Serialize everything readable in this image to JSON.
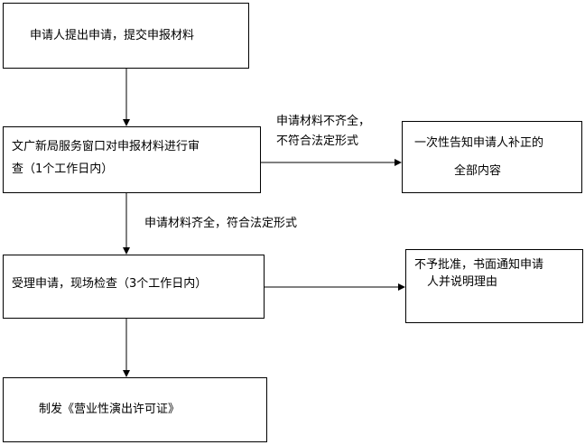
{
  "nodes": {
    "submit": {
      "text": "申请人提出申请，提交申报材料"
    },
    "review": {
      "line1": "文广新局服务窗口对申报材料进行审",
      "line2": "查（1个工作日内）"
    },
    "notify": {
      "line1": "一次性告知申请人补正的",
      "line2": "全部内容"
    },
    "accept": {
      "text": "受理申请，现场检查（3个工作日内）"
    },
    "reject": {
      "line1": "不予批准，书面通知申请",
      "line2": "人并说明理由"
    },
    "issue": {
      "text": "制发《营业性演出许可证》"
    }
  },
  "edges": {
    "incomplete": {
      "line1": "申请材料不齐全，",
      "line2": "不符合法定形式"
    },
    "complete": {
      "text": "申请材料齐全，符合法定形式"
    }
  }
}
